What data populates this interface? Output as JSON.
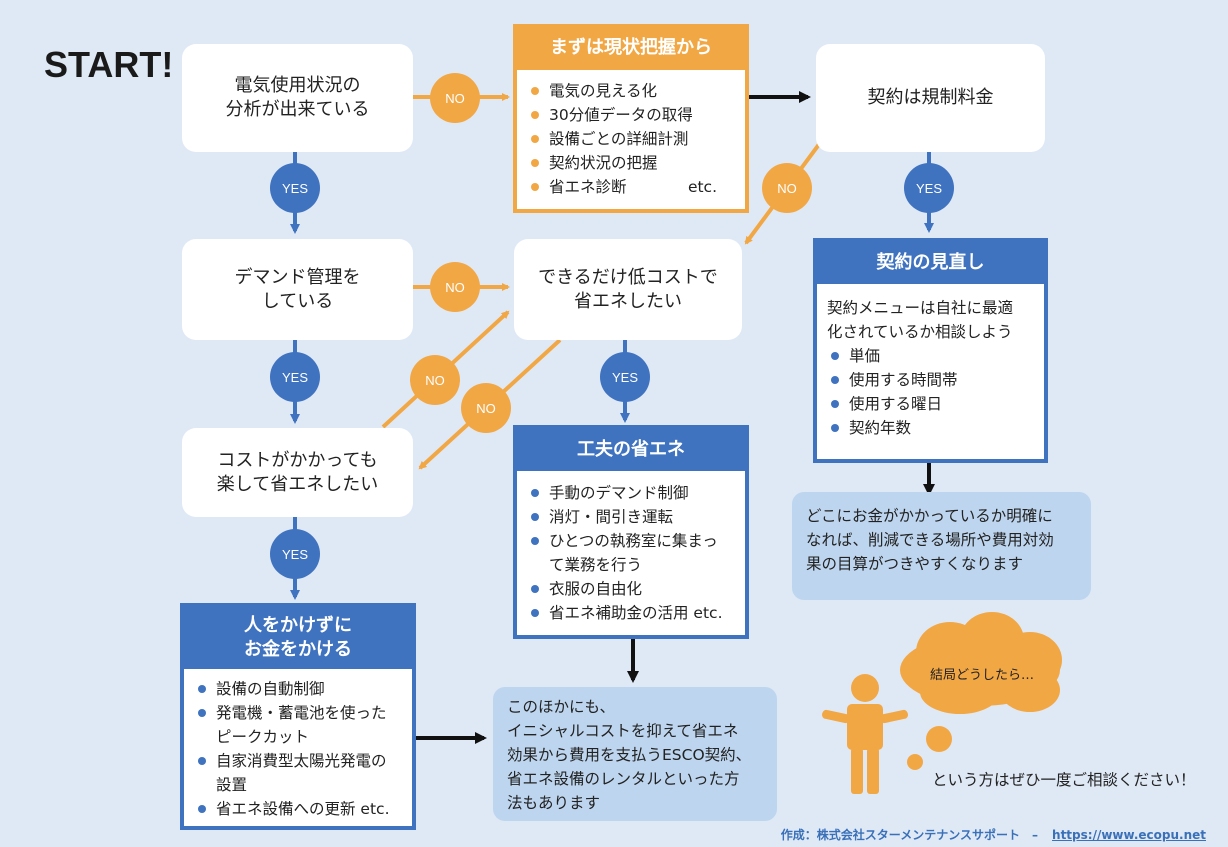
{
  "start": "START!",
  "q1": {
    "lines": [
      "電気使用状況の",
      "分析が出来ている"
    ]
  },
  "q2": {
    "lines": [
      "デマンド管理を",
      "している"
    ]
  },
  "q3": {
    "lines": [
      "コストがかかっても",
      "楽して省エネしたい"
    ]
  },
  "q4": {
    "lines": [
      "できるだけ低コストで",
      "省エネしたい"
    ]
  },
  "q5": {
    "lines": [
      "契約は規制料金"
    ]
  },
  "labels": {
    "yes": "YES",
    "no": "NO"
  },
  "current": {
    "title": "まずは現状把握から",
    "items": [
      "電気の見える化",
      "30分値データの取得",
      "設備ごとの詳細計測",
      "契約状況の把握",
      "省エネ診断"
    ],
    "etc": "etc."
  },
  "contract": {
    "title": "契約の見直し",
    "desc": [
      "契約メニューは自社に最適",
      "化されているか相談しよう"
    ],
    "items": [
      "単価",
      "使用する時間帯",
      "使用する曜日",
      "契約年数"
    ]
  },
  "contract_note": {
    "lines": [
      "どこにお金がかかっているか明確に",
      "なれば、削減できる場所や費用対効",
      "果の目算がつきやすくなります"
    ]
  },
  "kufu": {
    "title": "工夫の省エネ",
    "items": [
      "手動のデマンド制御",
      "消灯・間引き運転",
      "ひとつの執務室に集まっ",
      "て業務を行う",
      "衣服の自由化",
      "省エネ補助金の活用  etc."
    ]
  },
  "money": {
    "title_lines": [
      "人をかけずに",
      "お金をかける"
    ],
    "items": [
      "設備の自動制御",
      "発電機・蓄電池を使った",
      "ピークカット",
      "自家消費型太陽光発電の",
      "設置",
      "省エネ設備への更新  etc."
    ]
  },
  "other_note": {
    "lines": [
      "このほかにも、",
      "イニシャルコストを抑えて省エネ",
      "効果から費用を支払うESCO契約、",
      "省エネ設備のレンタルといった方",
      "法もあります"
    ]
  },
  "thought": "結局どうしたら…",
  "consult": "という方はぜひ一度ご相談ください！",
  "footer": {
    "credit": "作成：株式会社スターメンテナンスサポート　–",
    "url": "https://www.ecopu.net"
  },
  "colors": {
    "orange": "#f2a745",
    "blue": "#3f72bf",
    "bg": "#dfe9f6",
    "note": "#bdd5ee"
  }
}
